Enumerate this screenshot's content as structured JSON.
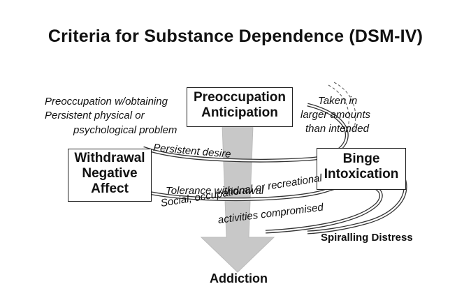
{
  "title": "Criteria for Substance Dependence (DSM-IV)",
  "boxes": {
    "preoccupation": {
      "line1": "Preoccupation",
      "line2": "Anticipation"
    },
    "withdrawal": {
      "line1": "Withdrawal",
      "line2": "Negative",
      "line3": "Affect"
    },
    "binge": {
      "line1": "Binge",
      "line2": "Intoxication"
    }
  },
  "labels": {
    "preoccupation_obtaining": "Preoccupation w/obtaining",
    "persistent_problem_1": "Persistent physical or",
    "persistent_problem_2": "psychological problem",
    "taken_1": "Taken in",
    "taken_2": "larger amounts",
    "taken_3": "than intended",
    "persistent_desire": "Persistent  desire",
    "tolerance": "Tolerance withdrawal",
    "social_1": "Social, occupational or recreational",
    "social_2": "activities compromised",
    "spiralling": "Spiralling Distress",
    "addiction": "Addiction"
  },
  "colors": {
    "arrow": "#c8c8c8",
    "spiral": "#333333"
  }
}
